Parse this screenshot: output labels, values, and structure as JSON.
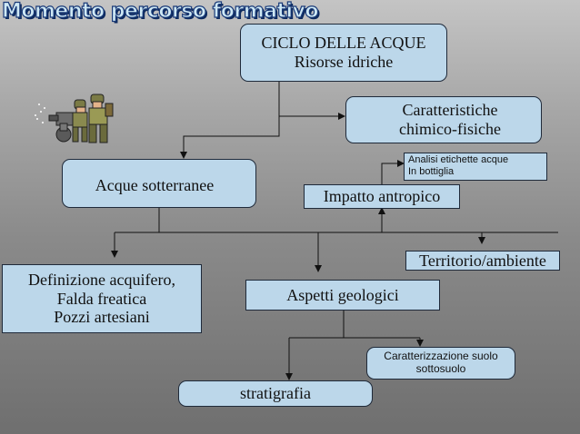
{
  "title": "Momento percorso formativo",
  "nodes": {
    "ciclo": [
      "CICLO DELLE ACQUE",
      "Risorse idriche"
    ],
    "caratteristiche": [
      "Caratteristiche",
      "chimico-fisiche"
    ],
    "analisi": [
      "Analisi etichette acque",
      "In bottiglia"
    ],
    "sotterranee": "Acque sotterranee",
    "impatto": "Impatto antropico",
    "territorio": "Territorio/ambiente",
    "definizione": [
      "Definizione acquifero,",
      "Falda freatica",
      "Pozzi artesiani"
    ],
    "aspetti": "Aspetti geologici",
    "caratterizzazione": [
      "Caratterizzazione suolo",
      "sottosuolo"
    ],
    "stratigrafia": "stratigrafia"
  },
  "illustration": "soldier-icon",
  "colors": {
    "box_fill": "#bcd7ea",
    "box_border": "#1f2a3a",
    "title_fill": "#cfe9f5",
    "title_outline": "#1a3a78",
    "line": "#111111"
  }
}
